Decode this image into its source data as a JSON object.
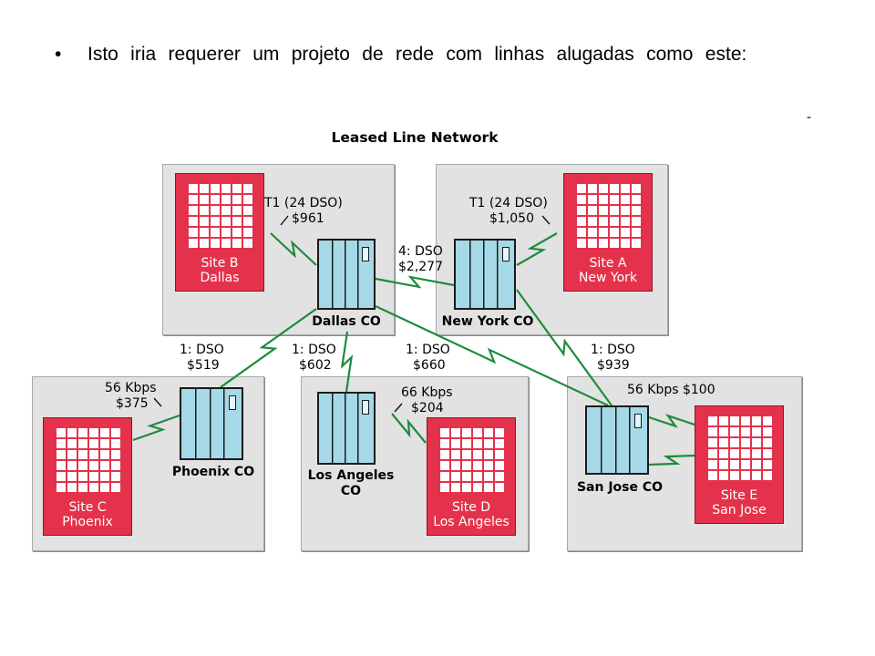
{
  "slide": {
    "bullet_symbol": "•",
    "bullet_text": "Isto iria requerer um projeto de rede com linhas alugadas como este:",
    "corner_mark": "-"
  },
  "colors": {
    "site": "#e5324c",
    "central_office": "#a6d9e7",
    "link": "#1d8b3d",
    "panel": "#e2e2e2"
  },
  "diagram": {
    "title": "Leased Line Network",
    "sites": {
      "site_b": {
        "name": "Site B",
        "city": "Dallas"
      },
      "site_a": {
        "name": "Site A",
        "city": "New York"
      },
      "site_c": {
        "name": "Site C",
        "city": "Phoenix"
      },
      "site_d": {
        "name": "Site D",
        "city": "Los Angeles"
      },
      "site_e": {
        "name": "Site E",
        "city": "San Jose"
      }
    },
    "central_offices": {
      "dallas": "Dallas CO",
      "new_york": "New York CO",
      "phoenix": "Phoenix CO",
      "los_angeles": {
        "line1": "Los Angeles",
        "line2": "CO"
      },
      "san_jose": "San Jose CO"
    },
    "links": {
      "site_b_dallas": {
        "type": "T1 (24 DSO)",
        "cost": "$961"
      },
      "site_a_new_york": {
        "type": "T1 (24 DSO)",
        "cost": "$1,050"
      },
      "dallas_new_york": {
        "type": "4: DSO",
        "cost": "$2,277"
      },
      "dallas_phoenix": {
        "type": "1: DSO",
        "cost": "$519"
      },
      "dallas_los_angeles": {
        "type": "1: DSO",
        "cost": "$602"
      },
      "dallas_san_jose": {
        "type": "1: DSO",
        "cost": "$660"
      },
      "new_york_san_jose": {
        "type": "1: DSO",
        "cost": "$939"
      },
      "phoenix_site_c": {
        "type": "56 Kbps",
        "cost": "$375"
      },
      "los_angeles_site_d": {
        "type": "66 Kbps",
        "cost": "$204"
      },
      "san_jose_site_e": {
        "type": "56 Kbps",
        "cost": "$100"
      }
    }
  }
}
